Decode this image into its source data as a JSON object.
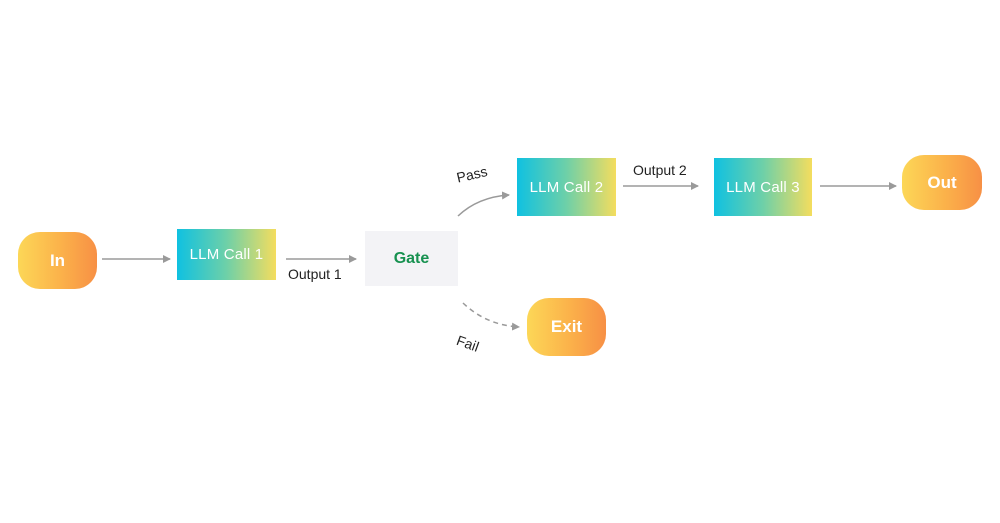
{
  "nodes": {
    "in": "In",
    "llm_call_1": "LLM Call 1",
    "gate": "Gate",
    "llm_call_2": "LLM Call 2",
    "llm_call_3": "LLM Call 3",
    "out": "Out",
    "exit": "Exit"
  },
  "edges": {
    "output_1": "Output 1",
    "output_2": "Output 2",
    "pass": "Pass",
    "fail": "Fail"
  },
  "colors": {
    "arrow": "#9a9a9a",
    "gate_text": "#179150",
    "gate_fill": "#f3f3f6",
    "pill_gradient": [
      "#fcd757",
      "#f79045"
    ],
    "llm_gradient": [
      "#0fc1e1",
      "#f4dd5e"
    ]
  }
}
